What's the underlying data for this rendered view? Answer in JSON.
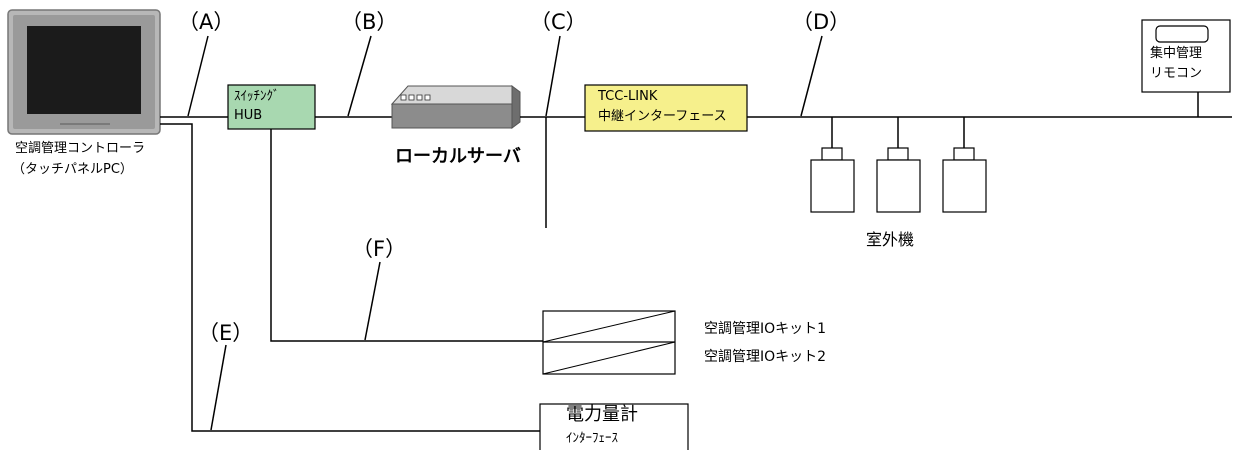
{
  "segments": {
    "A": "（A）",
    "B": "（B）",
    "C": "（C）",
    "D": "（D）",
    "E": "（E）",
    "F": "（F）"
  },
  "devices": {
    "controller": {
      "line1": "空調管理コントローラ",
      "line2": "（タッチパネルPC）"
    },
    "hub": {
      "line1": "ｽｲｯﾁﾝｸﾞ",
      "line2": "HUB"
    },
    "server": {
      "label": "ローカルサーバ"
    },
    "tcc": {
      "line1": "TCC-LINK",
      "line2": "中継インターフェース"
    },
    "remote": {
      "line1": "集中管理",
      "line2": "リモコン"
    },
    "outdoor": {
      "label": "室外機"
    },
    "io_kit": {
      "line1": "空調管理IOキット1",
      "line2": "空調管理IOキット2"
    },
    "meter": {
      "line1": "電力量計",
      "line2": "ｲﾝﾀｰﾌｪｰｽ"
    }
  },
  "colors": {
    "hub_fill": "#a8d8b0",
    "tcc_fill": "#f6f08c",
    "line": "#000000",
    "monitor_frame": "#9a9a9a",
    "monitor_screen": "#1b1b1b",
    "server_body": "#8c8c8c"
  }
}
